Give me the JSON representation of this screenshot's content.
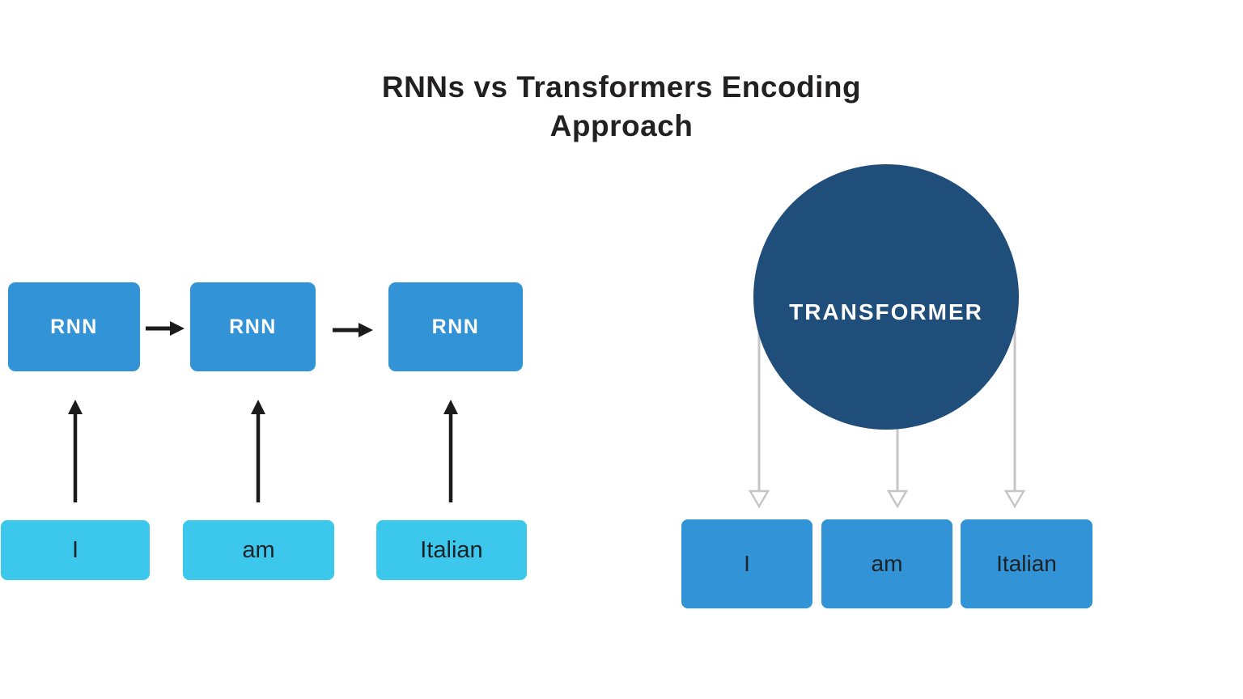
{
  "title": {
    "text": "RNNs vs Transformers Encoding Approach"
  },
  "rnn_diagram": {
    "nodes": [
      {
        "label": "RNN"
      },
      {
        "label": "RNN"
      },
      {
        "label": "RNN"
      }
    ],
    "tokens": [
      {
        "label": "I"
      },
      {
        "label": "am"
      },
      {
        "label": "Italian"
      }
    ]
  },
  "transformer_diagram": {
    "label": "TRANSFORMER",
    "tokens": [
      {
        "label": "I"
      },
      {
        "label": "am"
      },
      {
        "label": "Italian"
      }
    ]
  },
  "icons": {
    "rnn_sequence_arrows": "arrow-right-icon",
    "rnn_input_arrows": "arrow-up-icon",
    "transformer_output_arrows": "arrow-down-hollow-icon"
  },
  "colors": {
    "background": "#ffffff",
    "node_blue": "#3294d7",
    "token_cyan": "#3cc7ec",
    "transformer_navy": "#1f4e7a",
    "arrow_black": "#1b1b1b",
    "arrow_gray": "#c6c6c6",
    "title_text": "#232021",
    "box_text_dark": "#1d2226",
    "box_text_light": "#ffffff"
  }
}
